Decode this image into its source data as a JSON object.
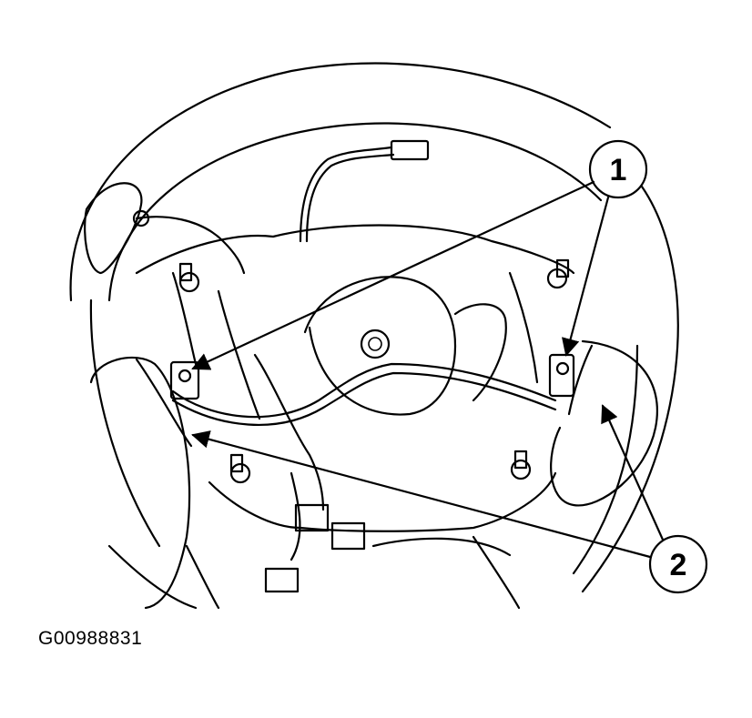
{
  "figure": {
    "id": "G00988831"
  },
  "callouts": [
    {
      "number": "1"
    },
    {
      "number": "2"
    }
  ]
}
